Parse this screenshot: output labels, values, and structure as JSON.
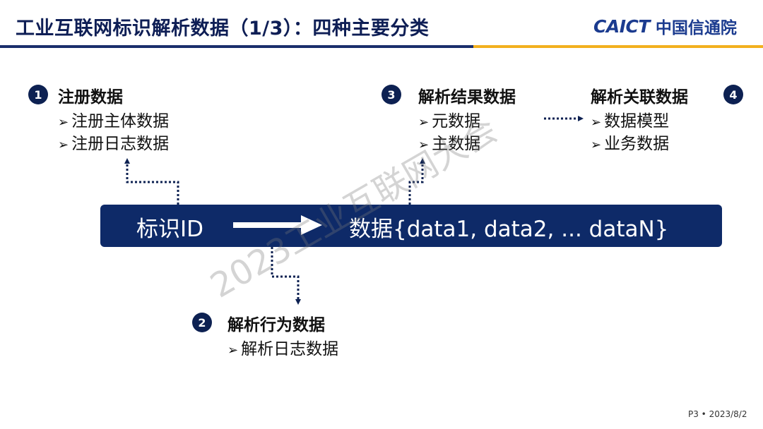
{
  "header": {
    "title": "工业互联网标识解析数据（1/3）：四种主要分类",
    "logo_en": "CAICT",
    "logo_cn": "中国信通院"
  },
  "groups": [
    {
      "number": "1",
      "title": "注册数据",
      "items": [
        "注册主体数据",
        "注册日志数据"
      ]
    },
    {
      "number": "2",
      "title": "解析行为数据",
      "items": [
        "解析日志数据"
      ]
    },
    {
      "number": "3",
      "title": "解析结果数据",
      "items": [
        "元数据",
        "主数据"
      ]
    },
    {
      "number": "4",
      "title": "解析关联数据",
      "items": [
        "数据模型",
        "业务数据"
      ]
    }
  ],
  "bullet_glyph": "➢",
  "bar": {
    "id_label": "标识ID",
    "data_label": "数据{data1, data2, ... dataN}"
  },
  "watermark": "2023工业互联网大会",
  "footer": "P3 • 2023/8/2",
  "colors": {
    "navy": "#0e2a68",
    "title": "#0e1e55",
    "gold": "#f2b01e",
    "brand": "#1b3b8f"
  }
}
